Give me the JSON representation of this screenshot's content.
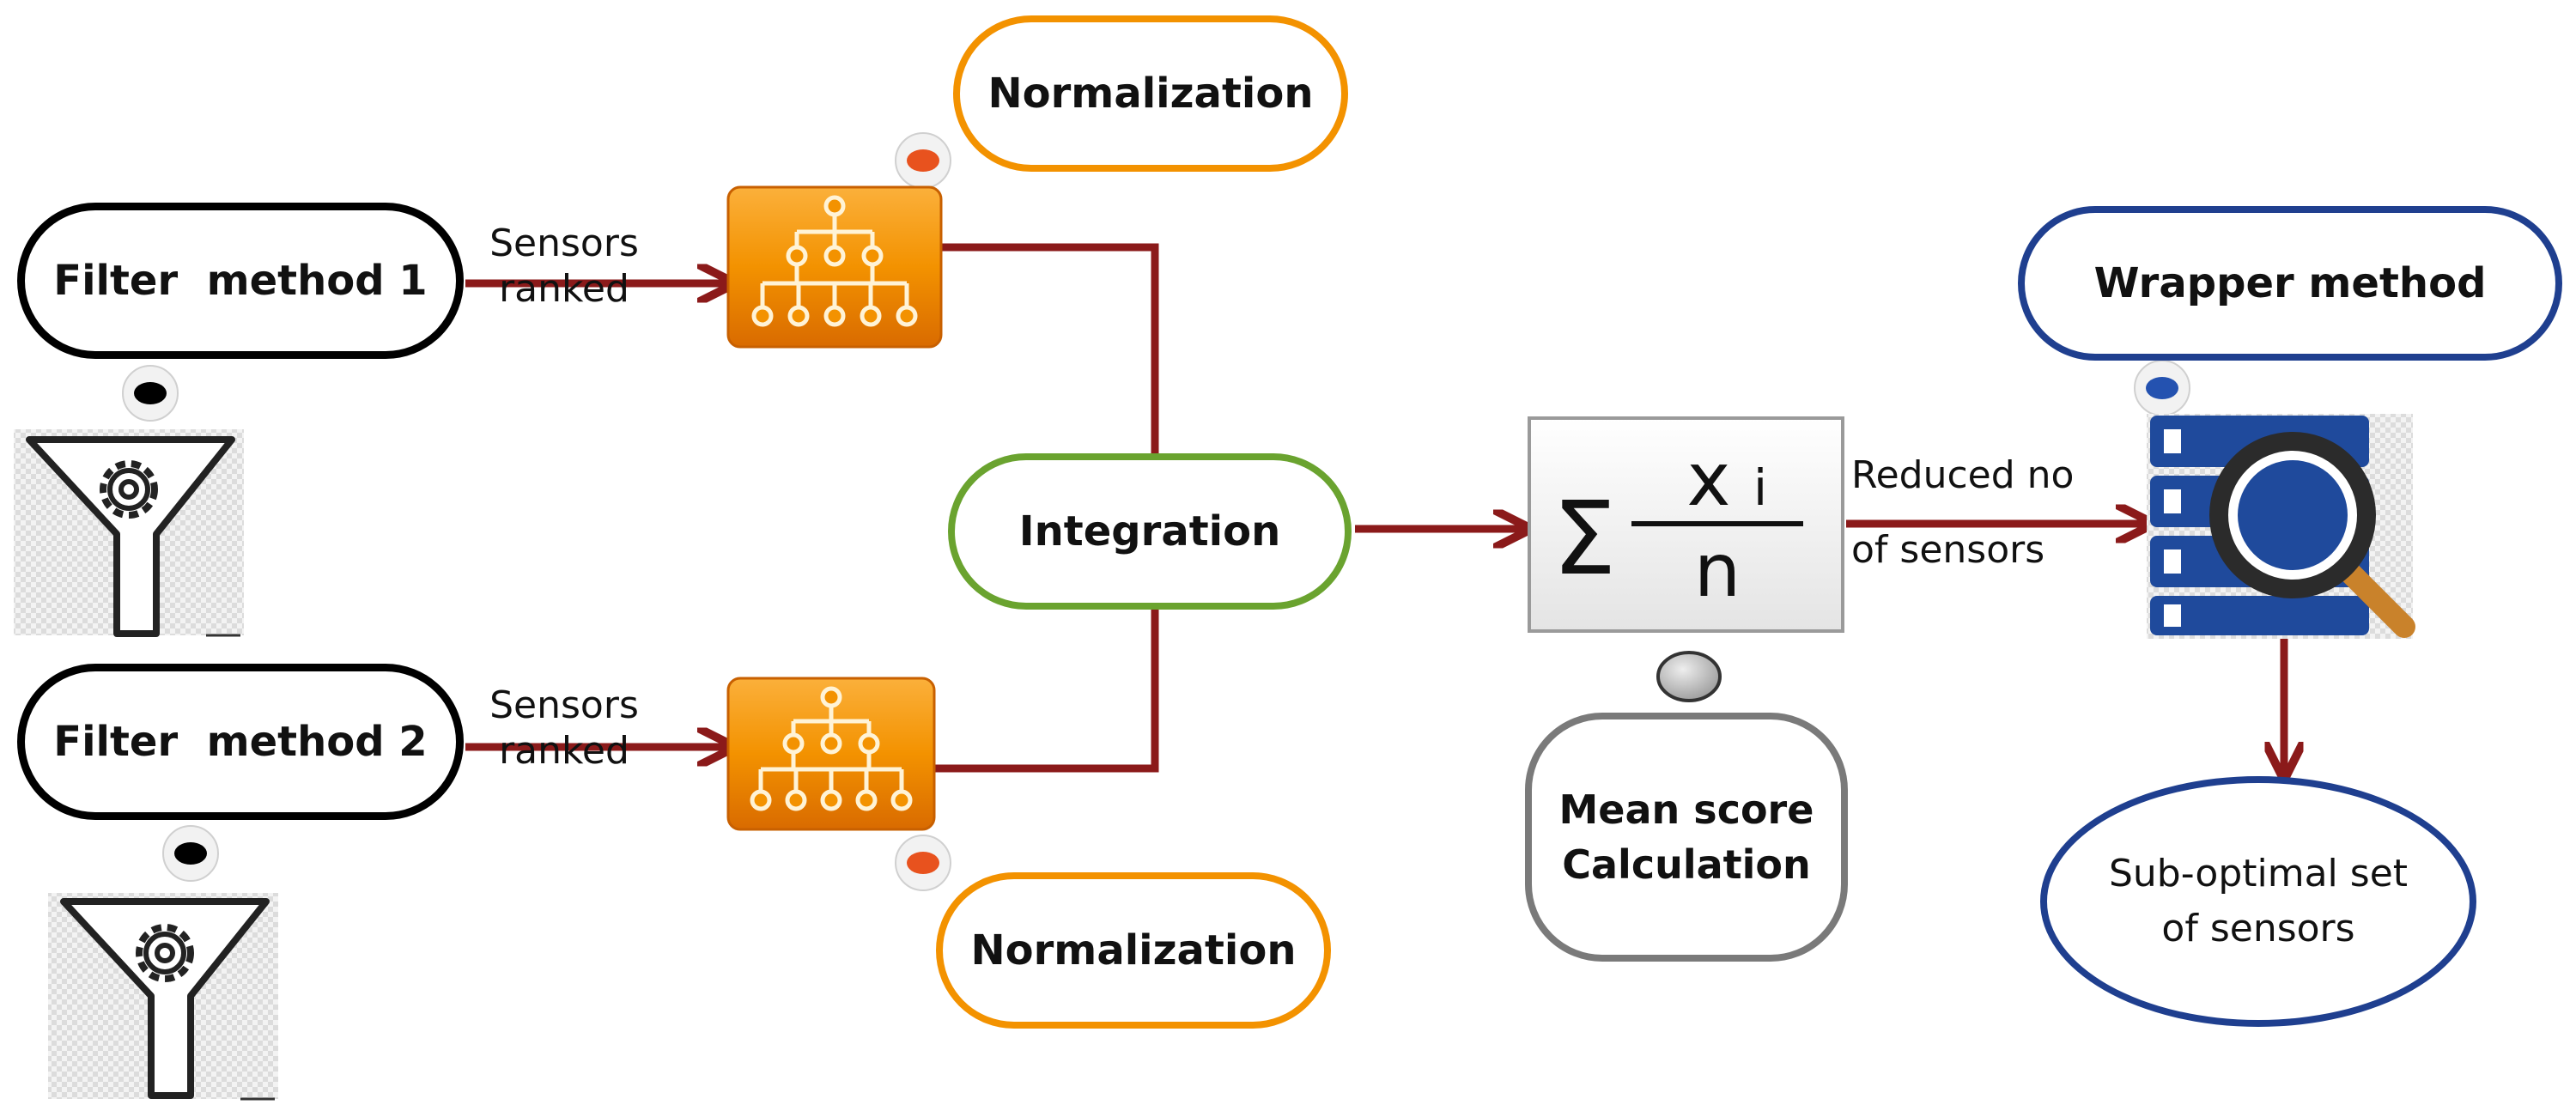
{
  "colors": {
    "arrow": "#8b1a1a",
    "normalization_border": "#f39200",
    "integration_border": "#6aa32f",
    "wrapper_border": "#1f3f8f",
    "mean_border": "#7a7a7a",
    "filter_border": "#000000",
    "orange_dot": "#e8521e",
    "blue_dot": "#2452b0"
  },
  "nodes": {
    "filter1": "Filter  method 1",
    "filter2": "Filter  method 2",
    "norm_top": "Normalization",
    "norm_bottom": "Normalization",
    "integration": "Integration",
    "mean_line1": "Mean score",
    "mean_line2": "Calculation",
    "wrapper": "Wrapper method",
    "suboptimal_line1": "Sub-optimal set",
    "suboptimal_line2": "of sensors"
  },
  "edge_labels": {
    "sensors_ranked_1_line1": "Sensors",
    "sensors_ranked_1_line2": "ranked",
    "sensors_ranked_2_line1": "Sensors",
    "sensors_ranked_2_line2": "ranked",
    "reduced_line1": "Reduced no",
    "reduced_line2": "of sensors"
  },
  "formula": {
    "sigma": "Σ",
    "numerator": "x",
    "subscript": "i",
    "denominator": "n"
  },
  "icons": [
    "filter-funnel-gear-icon",
    "hierarchy-tree-icon",
    "server-magnifier-icon"
  ]
}
